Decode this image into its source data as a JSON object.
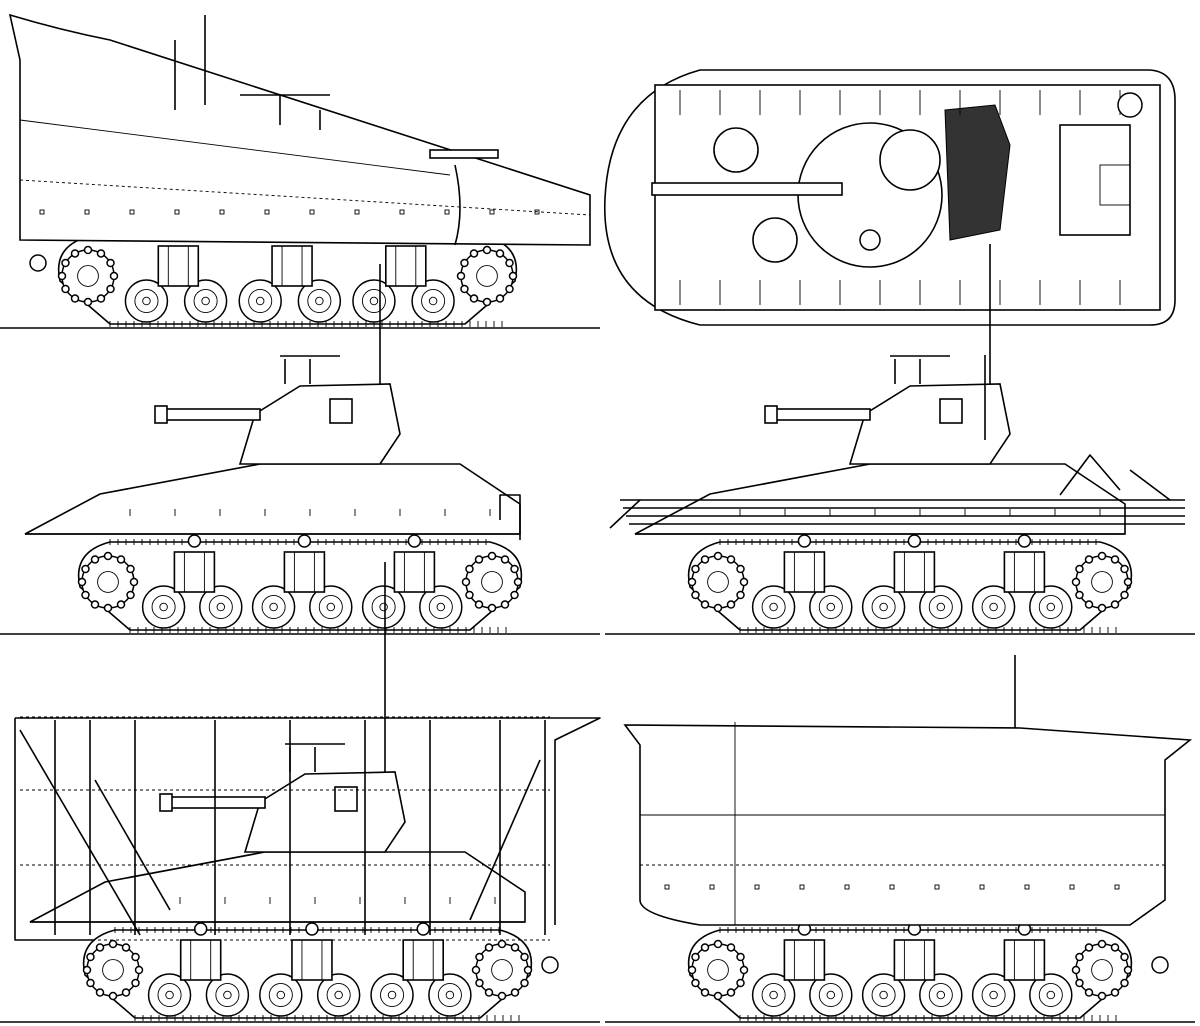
{
  "drawing": {
    "views": [
      "side-view-screen-raised-cutaway",
      "top-view-hull",
      "side-view-tank",
      "side-view-screen-folded",
      "side-view-screen-frame",
      "side-view-screen-raised"
    ],
    "colors": {
      "line": "#000000",
      "background": "#ffffff"
    }
  }
}
